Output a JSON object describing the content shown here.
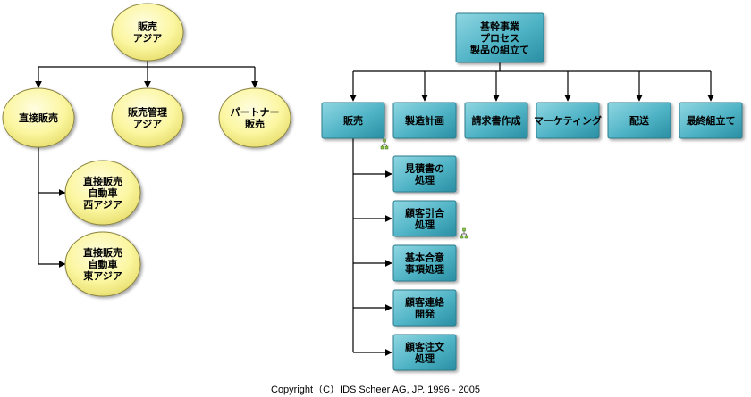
{
  "left_chart": {
    "root": "販売\nアジア",
    "children": [
      "直接販売",
      "販売管理\nアジア",
      "パートナー\n販売"
    ],
    "sub_children": [
      "直接販売\n自動車\n西アジア",
      "直接販売\n自動車\n東アジア"
    ]
  },
  "right_chart": {
    "root": "基幹事業\nプロセス\n製品の組立て",
    "level1": [
      "販売",
      "製造計画",
      "請求書作成",
      "マーケティング",
      "配送",
      "最終組立て"
    ],
    "level2": [
      "見積書の\n処理",
      "顧客引合\n処理",
      "基本合意\n事項処理",
      "顧客連絡\n開発",
      "顧客注文\n処理"
    ]
  },
  "colors": {
    "ellipse_fill": "#fbf6a0",
    "box_fill": "#4fb3c5",
    "line": "#000000"
  },
  "icons": [
    "hierarchy-icon"
  ],
  "copyright": "Copyright（C）IDS Scheer AG, JP. 1996 - 2005"
}
